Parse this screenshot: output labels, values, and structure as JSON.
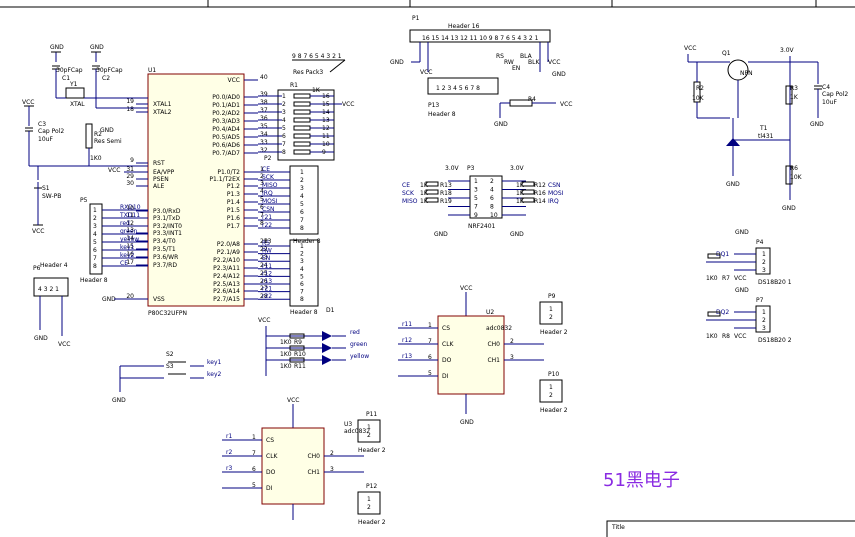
{
  "brand": "51黑电子",
  "title_block": {
    "title_label": "Title"
  },
  "mcu": {
    "ref": "U1",
    "part": "P80C32UFPN",
    "pins_left": [
      {
        "num": "19",
        "name": "XTAL1"
      },
      {
        "num": "18",
        "name": "XTAL2"
      },
      {
        "num": "9",
        "name": "RST"
      },
      {
        "num": "31",
        "name": "EA/VPP"
      },
      {
        "num": "29",
        "name": "PSEN"
      },
      {
        "num": "30",
        "name": "ALE"
      },
      {
        "num": "10",
        "name": "P3.0/RxD"
      },
      {
        "num": "11",
        "name": "P3.1/TxD"
      },
      {
        "num": "12",
        "name": "P3.2/INT0"
      },
      {
        "num": "13",
        "name": "P3.3/INT1"
      },
      {
        "num": "14",
        "name": "P3.4/T0"
      },
      {
        "num": "15",
        "name": "P3.5/T1"
      },
      {
        "num": "16",
        "name": "P3.6/WR"
      },
      {
        "num": "17",
        "name": "P3.7/RD"
      },
      {
        "num": "20",
        "name": "VSS"
      }
    ],
    "pins_right": [
      {
        "num": "40",
        "name": "VCC"
      },
      {
        "num": "39",
        "name": "P0.0/AD0"
      },
      {
        "num": "38",
        "name": "P0.1/AD1"
      },
      {
        "num": "37",
        "name": "P0.2/AD2"
      },
      {
        "num": "36",
        "name": "P0.3/AD3"
      },
      {
        "num": "35",
        "name": "P0.4/AD4"
      },
      {
        "num": "34",
        "name": "P0.5/AD5"
      },
      {
        "num": "33",
        "name": "P0.6/AD6"
      },
      {
        "num": "32",
        "name": "P0.7/AD7"
      },
      {
        "num": "1",
        "name": "P1.0/T2"
      },
      {
        "num": "2",
        "name": "P1.1/T2EX"
      },
      {
        "num": "3",
        "name": "P1.2"
      },
      {
        "num": "4",
        "name": "P1.3"
      },
      {
        "num": "5",
        "name": "P1.4"
      },
      {
        "num": "6",
        "name": "P1.5"
      },
      {
        "num": "7",
        "name": "P1.6"
      },
      {
        "num": "8",
        "name": "P1.7"
      },
      {
        "num": "21",
        "name": "P2.0/A8"
      },
      {
        "num": "22",
        "name": "P2.1/A9"
      },
      {
        "num": "23",
        "name": "P2.2/A10"
      },
      {
        "num": "24",
        "name": "P2.3/A11"
      },
      {
        "num": "25",
        "name": "P2.4/A12"
      },
      {
        "num": "26",
        "name": "P2.5/A13"
      },
      {
        "num": "27",
        "name": "P2.6/A14"
      },
      {
        "num": "28",
        "name": "P2.7/A15"
      }
    ]
  },
  "crystal": {
    "caps": [
      "C1",
      "C2"
    ],
    "cap_value": "30pFCap",
    "ref": "Y1",
    "part": "XTAL"
  },
  "reset": {
    "cap_ref": "C3",
    "cap_part": "Cap Pol2",
    "cap_value": "10uF",
    "res_ref": "R2",
    "res_part": "Res Semi",
    "res_value": "1K0",
    "sw_ref": "S1",
    "sw_part": "SW-PB"
  },
  "respack": {
    "ref": "R1",
    "part": "Res Pack3",
    "top_pins": "9 8 7 6 5 4 3 2 1",
    "label": "1K"
  },
  "p5": {
    "ref": "P5",
    "part": "Header 8",
    "nets": [
      "RXD10",
      "TXD11",
      "red",
      "green",
      "yellow",
      "key1",
      "key2",
      "CE"
    ]
  },
  "p6": {
    "ref": "P6",
    "part": "Header 4"
  },
  "p1": {
    "ref": "P1",
    "part": "Header 16",
    "pins": "16 15 14 13 12 11 10 9 8 7 6 5 4 3 2 1",
    "nets": [
      "RS",
      "RW",
      "EN",
      "BLA",
      "BLK"
    ]
  },
  "p13": {
    "ref": "P13",
    "part": "Header 8",
    "pins": "1 2 3 4 5 6 7 8"
  },
  "r4": {
    "ref": "R4"
  },
  "p2": {
    "ref": "P2",
    "part": "Header 8",
    "nets": [
      "CE",
      "SCK",
      "MISO",
      "IRQ",
      "MOSI",
      "CSN",
      "r21",
      "r22"
    ]
  },
  "p3": {
    "ref": "P3",
    "part": "Header 8",
    "nets": [
      "RS",
      "RW",
      "EN",
      "r11",
      "r12",
      "r13",
      "r21",
      "r22"
    ]
  },
  "nrf": {
    "ref": "P3",
    "part": "NRF2401",
    "supply": "3.0V",
    "left_nets": [
      "CE",
      "SCK",
      "MISO"
    ],
    "right_nets": [
      "CSN",
      "MOSI",
      "IRQ"
    ],
    "left_res": [
      "R13",
      "R18",
      "R19"
    ],
    "right_res": [
      "R12",
      "R16",
      "R14"
    ],
    "res_value": "1K",
    "pins_left": [
      "1",
      "3",
      "5",
      "7",
      "9"
    ],
    "pins_right": [
      "2",
      "4",
      "6",
      "8",
      "10"
    ]
  },
  "regulator": {
    "q_ref": "Q1",
    "q_part": "NPN",
    "r2_ref": "R2",
    "r2_value": "10K",
    "r3_ref": "R3",
    "r3_value": "1K",
    "r6_ref": "R6",
    "r6_value": "10K",
    "t_ref": "T1",
    "t_part": "tl431",
    "c_ref": "C4",
    "c_part": "Cap Pol2",
    "c_value": "10uF",
    "out": "3.0V"
  },
  "ds18b20": [
    {
      "ref": "P4",
      "part": "DS18B20 1",
      "net": "DQ1",
      "res_ref": "R7",
      "res_value": "1K0",
      "pins": [
        "1",
        "2",
        "3"
      ]
    },
    {
      "ref": "P7",
      "part": "DS18B20 2",
      "net": "DQ2",
      "res_ref": "R8",
      "res_value": "1K0",
      "pins": [
        "1",
        "2",
        "3"
      ]
    }
  ],
  "leds": {
    "ref": "D1",
    "res_value": "1K0",
    "items": [
      {
        "res": "R9",
        "net": "red"
      },
      {
        "res": "R10",
        "net": "green"
      },
      {
        "res": "R11",
        "net": "yellow"
      }
    ]
  },
  "keys": [
    {
      "ref": "S2",
      "net": "key1"
    },
    {
      "ref": "S3",
      "net": "key2"
    }
  ],
  "adc_u2": {
    "ref": "U2",
    "part": "adc0832",
    "pins_left": [
      {
        "num": "1",
        "name": "CS"
      },
      {
        "num": "7",
        "name": "CLK"
      },
      {
        "num": "6",
        "name": "DO"
      },
      {
        "num": "5",
        "name": "DI"
      }
    ],
    "pins_right": [
      {
        "num": "2",
        "name": "CH0"
      },
      {
        "num": "3",
        "name": "CH1"
      }
    ],
    "nets": [
      "r11",
      "r12",
      "r13"
    ]
  },
  "adc_u3": {
    "ref": "U3",
    "part": "adc0832",
    "pins_left": [
      {
        "num": "1",
        "name": "CS"
      },
      {
        "num": "7",
        "name": "CLK"
      },
      {
        "num": "6",
        "name": "DO"
      },
      {
        "num": "5",
        "name": "DI"
      }
    ],
    "pins_right": [
      {
        "num": "2",
        "name": "CH0"
      },
      {
        "num": "3",
        "name": "CH1"
      }
    ],
    "nets": [
      "r1",
      "r2",
      "r3"
    ]
  },
  "headers2": [
    {
      "ref": "P9",
      "part": "Header 2"
    },
    {
      "ref": "P10",
      "part": "Header 2"
    },
    {
      "ref": "P11",
      "part": "Header 2"
    },
    {
      "ref": "P12",
      "part": "Header 2"
    }
  ],
  "power": {
    "vcc": "VCC",
    "gnd": "GND",
    "v3": "3.0V"
  }
}
